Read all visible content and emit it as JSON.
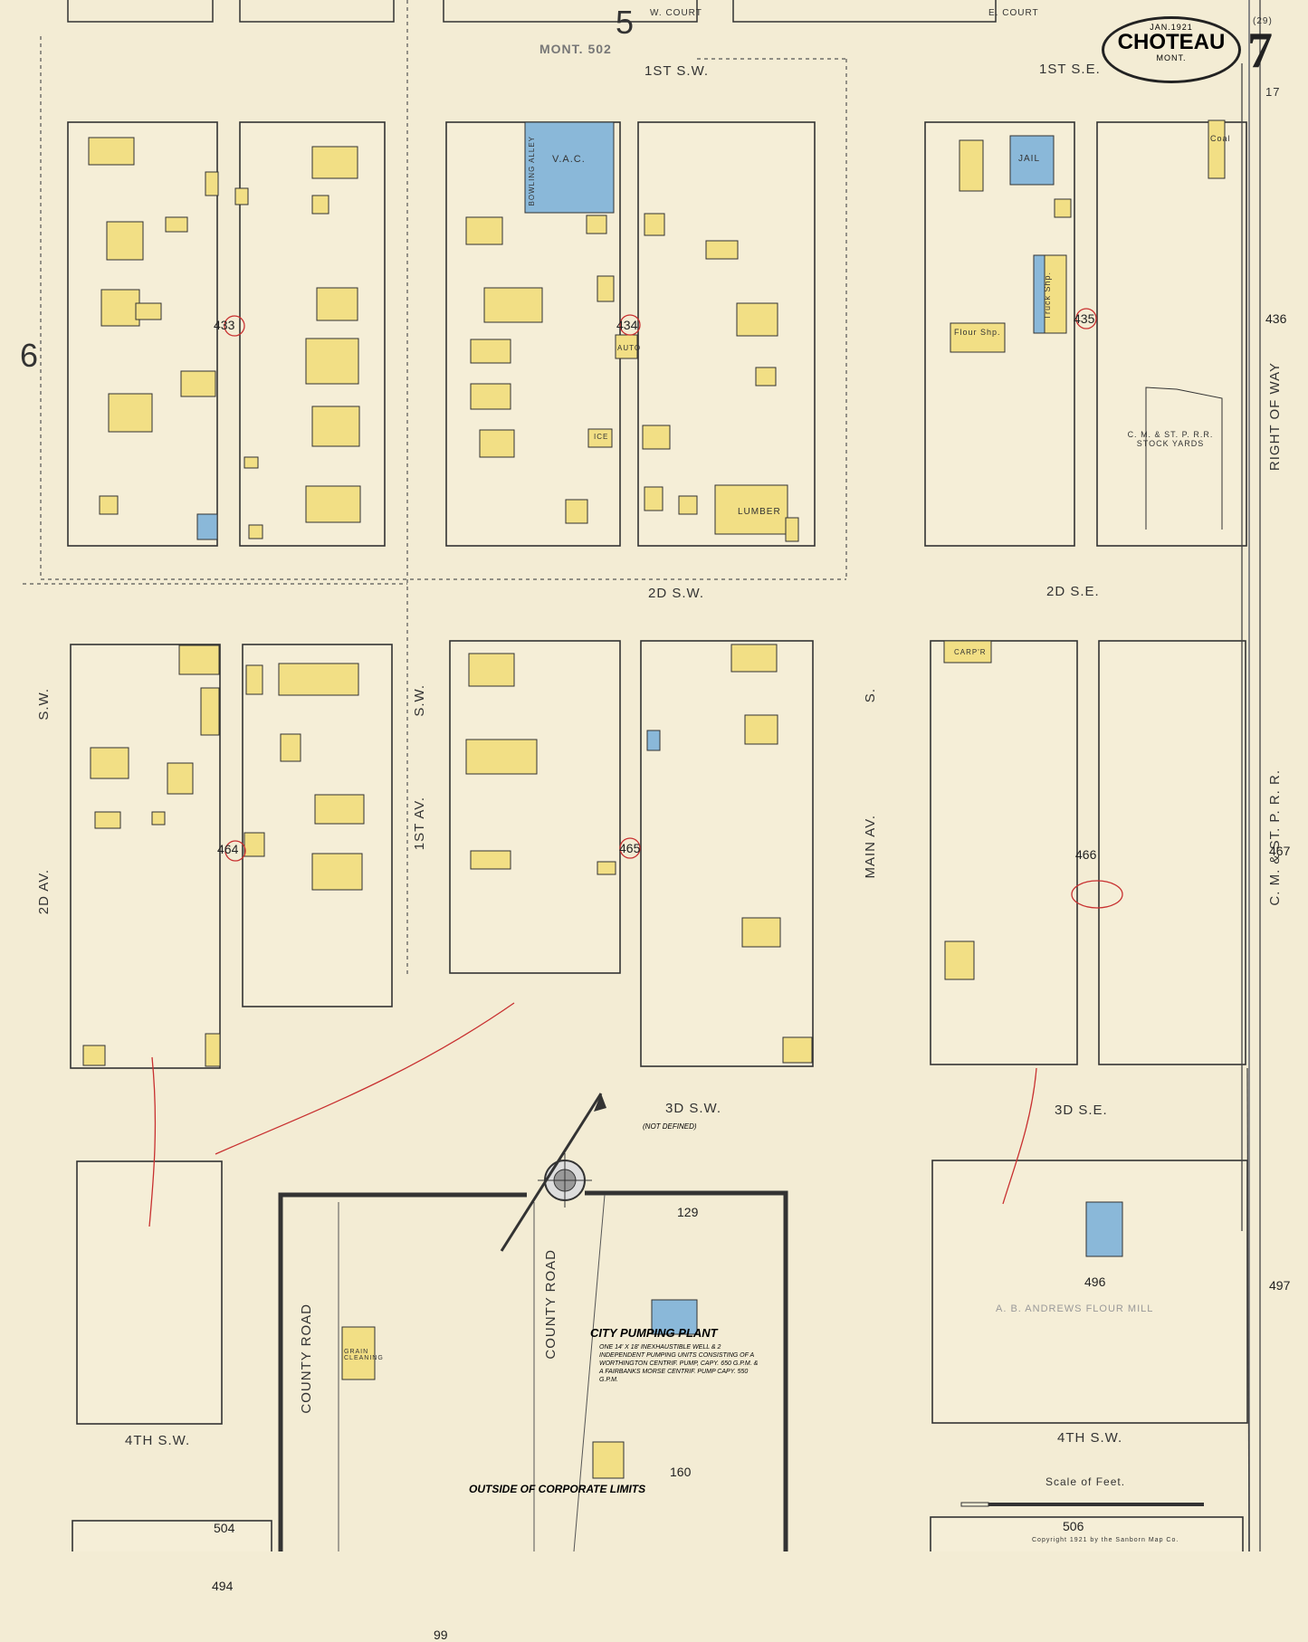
{
  "header": {
    "date": "JAN.1921",
    "town": "CHOTEAU",
    "state": "MONT.",
    "page_number": "7",
    "page_ref_29": "(29)",
    "page_ref_17": "17",
    "adjoin_sheet_5": "5",
    "adjoin_sheet_6": "6",
    "mont_ref": "MONT. 502"
  },
  "streets": {
    "w_court": "W. COURT",
    "e_court": "E. COURT",
    "first_sw": "1ST S.W.",
    "first_se": "1ST S.E.",
    "second_sw_1": "2D S.W.",
    "second_se": "2D S.E.",
    "third_sw": "3D S.W.",
    "third_se": "3D S.E.",
    "fourth_sw_left": "4TH S.W.",
    "fourth_sw_right": "4TH S.W.",
    "second_av_sw_a": "S.W.",
    "second_av_sw_b": "2D AV.",
    "first_av_sw_a": "S.W.",
    "first_av_sw_b": "1ST AV.",
    "main_av_a": "S.",
    "main_av_b": "MAIN AV.",
    "county_road_1": "COUNTY ROAD",
    "county_road_2": "COUNTY ROAD",
    "right_of_way": "RIGHT OF WAY",
    "railroad": "C. M. & ST. P. R. R."
  },
  "block_numbers": [
    "433",
    "434",
    "435",
    "436",
    "464",
    "465",
    "466",
    "467",
    "494",
    "496",
    "497",
    "504",
    "506",
    "99",
    "129",
    "160"
  ],
  "labels": {
    "jail": "JAIL",
    "vac": "V.A.C.",
    "lumber": "LUMBER",
    "truck_shop": "Truck Shp.",
    "flour_shop": "Flour Shp.",
    "coal": "Coal",
    "stock_yards": "C. M. & ST. P. R.R. STOCK YARDS",
    "bowling_alley": "BOWLING ALLEY",
    "city_pumping_plant": "CITY PUMPING PLANT",
    "pumping_desc": "ONE 14' X 18' INEXHAUSTIBLE WELL & 2 INDEPENDENT PUMPING UNITS CONSISTING OF A WORTHINGTON CENTRIF. PUMP, CAPY. 650 G.P.M. & A FAIRBANKS MORSE CENTRIF. PUMP CAPY. 550 G.P.M.",
    "outside_limits": "OUTSIDE OF CORPORATE LIMITS",
    "not_defined": "(NOT DEFINED)",
    "flour_mill": "A. B. ANDREWS FLOUR MILL",
    "grain_cleaning": "GRAIN CLEANING",
    "carpenter": "CARP'R",
    "auto": "AUTO",
    "ice": "ICE",
    "scale_label": "Scale of Feet.",
    "copyright": "Copyright 1921 by the Sanborn Map Co."
  },
  "colors": {
    "paper": "#f3ecd4",
    "frame_dwelling": "#f2df85",
    "brick": "#8ab8d9",
    "outline": "#333333",
    "red_mark": "#c83030"
  }
}
